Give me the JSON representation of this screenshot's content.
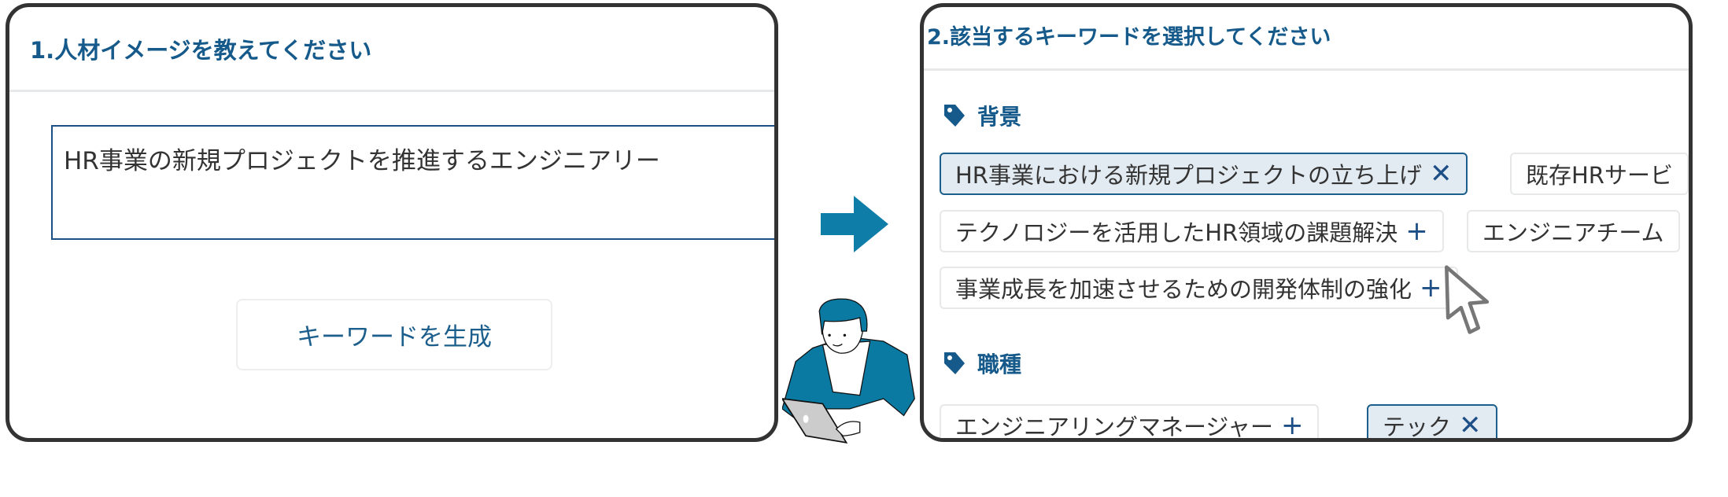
{
  "step1": {
    "title": "1.人材イメージを教えてください",
    "input_value": "HR事業の新規プロジェクトを推進するエンジニアリー",
    "generate_button": "キーワードを生成"
  },
  "step2": {
    "title": "2.該当するキーワードを選択してください",
    "sections": [
      {
        "label": "背景",
        "chips": [
          {
            "label": "HR事業における新規プロジェクトの立ち上げ",
            "action": "✕",
            "selected": true
          },
          {
            "label": "既存HRサービ",
            "action": "",
            "selected": false
          },
          {
            "label": "テクノロジーを活用したHR領域の課題解決",
            "action": "+",
            "selected": false
          },
          {
            "label": "エンジニアチーム",
            "action": "",
            "selected": false
          },
          {
            "label": "事業成長を加速させるための開発体制の強化",
            "action": "+",
            "selected": false
          }
        ]
      },
      {
        "label": "職種",
        "chips": [
          {
            "label": "エンジニアリングマネージャー",
            "action": "+",
            "selected": false
          },
          {
            "label": "テック",
            "action": "✕",
            "selected": true
          }
        ]
      }
    ]
  },
  "colors": {
    "accent": "#155a8a",
    "arrow": "#0e7ea8",
    "jacket": "#0a7aa3"
  }
}
